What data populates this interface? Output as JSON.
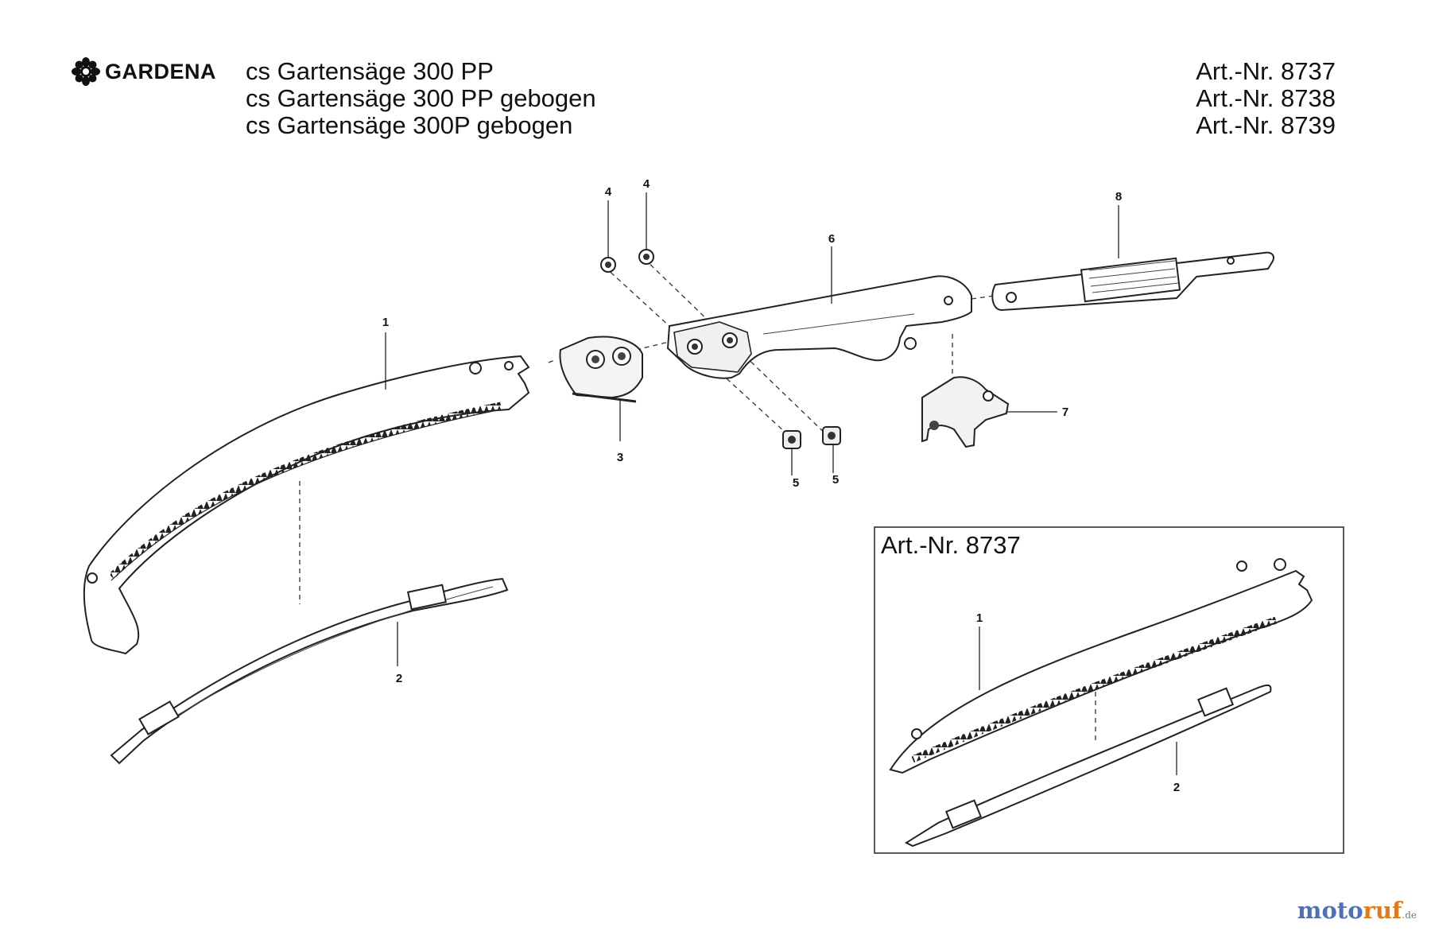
{
  "brand": {
    "name": "GARDENA",
    "logo_icon": "gardena-flower-logo-icon"
  },
  "titles": [
    "cs Gartensäge 300 PP",
    "cs Gartensäge 300 PP gebogen",
    "cs Gartensäge 300P gebogen"
  ],
  "art_numbers": [
    "Art.-Nr. 8737",
    "Art.-Nr. 8738",
    "Art.-Nr. 8739"
  ],
  "inset": {
    "title": "Art.-Nr. 8737",
    "labels": [
      "1",
      "2"
    ]
  },
  "part_labels": {
    "p1": "1",
    "p2": "2",
    "p3": "3",
    "p4a": "4",
    "p4b": "4",
    "p5a": "5",
    "p5b": "5",
    "p6": "6",
    "p7": "7",
    "p8": "8"
  },
  "watermark": {
    "main": "moto",
    "accent": "ruf",
    "suffix": ".de"
  }
}
